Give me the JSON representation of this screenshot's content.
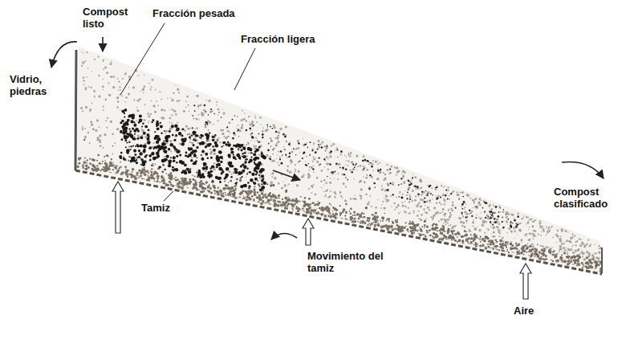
{
  "diagram": {
    "labels": [
      "Compost listo",
      "Fracción pesada",
      "Fracción ligera",
      "Vidrio, piedras",
      "Tamiz",
      "Movimiento del tamiz",
      "Compost clasificado",
      "Aire"
    ]
  }
}
